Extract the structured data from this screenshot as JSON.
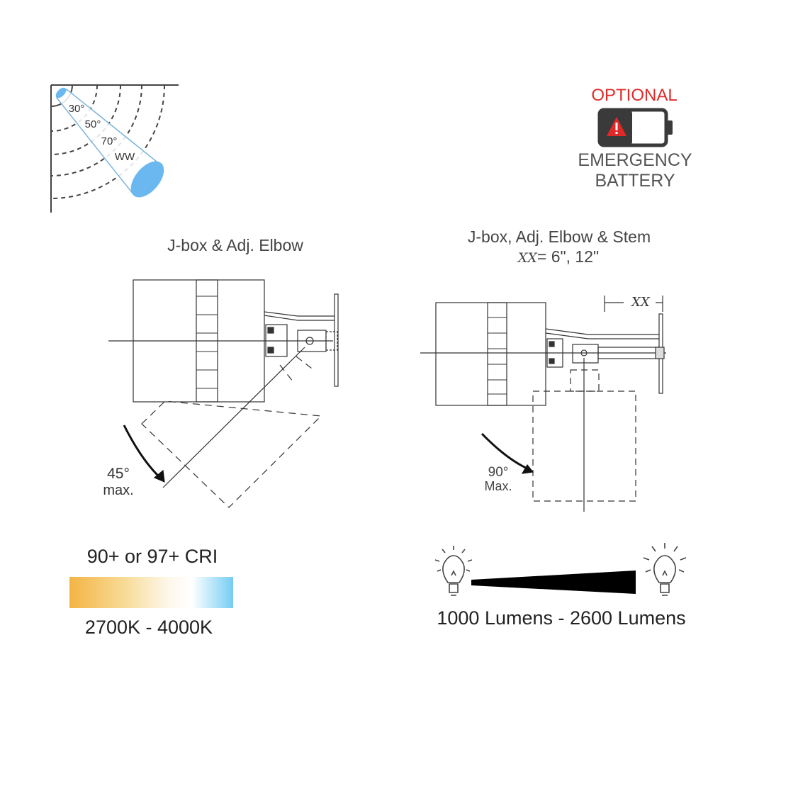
{
  "beam_diagram": {
    "angles": [
      "30°",
      "50°",
      "70°",
      "WW"
    ],
    "beam_color": "#6bb8f0"
  },
  "emergency": {
    "optional_label": "OPTIONAL",
    "line1": "EMERGENCY",
    "line2": "BATTERY",
    "accent": "#e02a2a"
  },
  "mount_left": {
    "title": "J-box & Adj. Elbow",
    "angle": "45°",
    "angle_note": "max."
  },
  "mount_right": {
    "title": "J-box, Adj. Elbow & Stem",
    "dim_symbol": "XX",
    "dim_values": "= 6\", 12\"",
    "angle": "90°",
    "angle_note": "Max."
  },
  "cri": {
    "label": "90+ or 97+ CRI",
    "range": "2700K - 4000K"
  },
  "lumens": {
    "range": "1000 Lumens - 2600 Lumens"
  }
}
